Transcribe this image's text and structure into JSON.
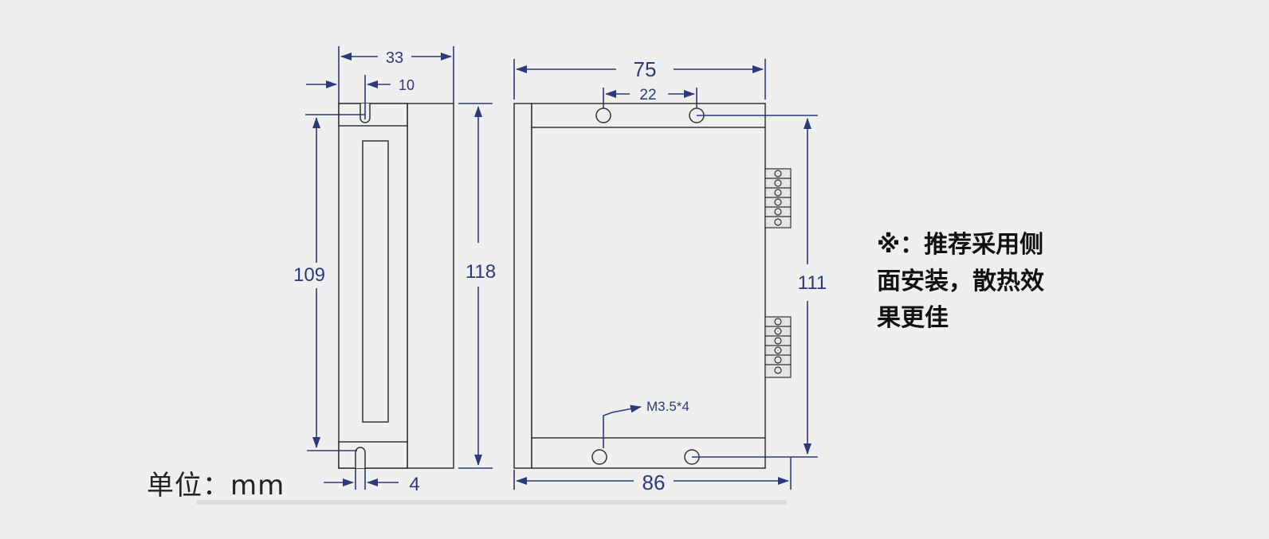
{
  "diagram": {
    "side_view": {
      "width_33": "33",
      "slot_10": "10",
      "height_109": "109",
      "height_118": "118",
      "offset_4": "4"
    },
    "front_view": {
      "width_75": "75",
      "hole_spacing_22": "22",
      "height_111": "111",
      "width_86": "86",
      "screw_label": "M3.5*4"
    }
  },
  "note": {
    "line1": "※：推荐采用侧",
    "line2": "面安装，散热效",
    "line3": "果更佳"
  },
  "unit_label": "单位：mm",
  "colors": {
    "line": "#2b3a7a",
    "outline": "#333333",
    "background": "#efefef",
    "panel": "#efefef"
  }
}
